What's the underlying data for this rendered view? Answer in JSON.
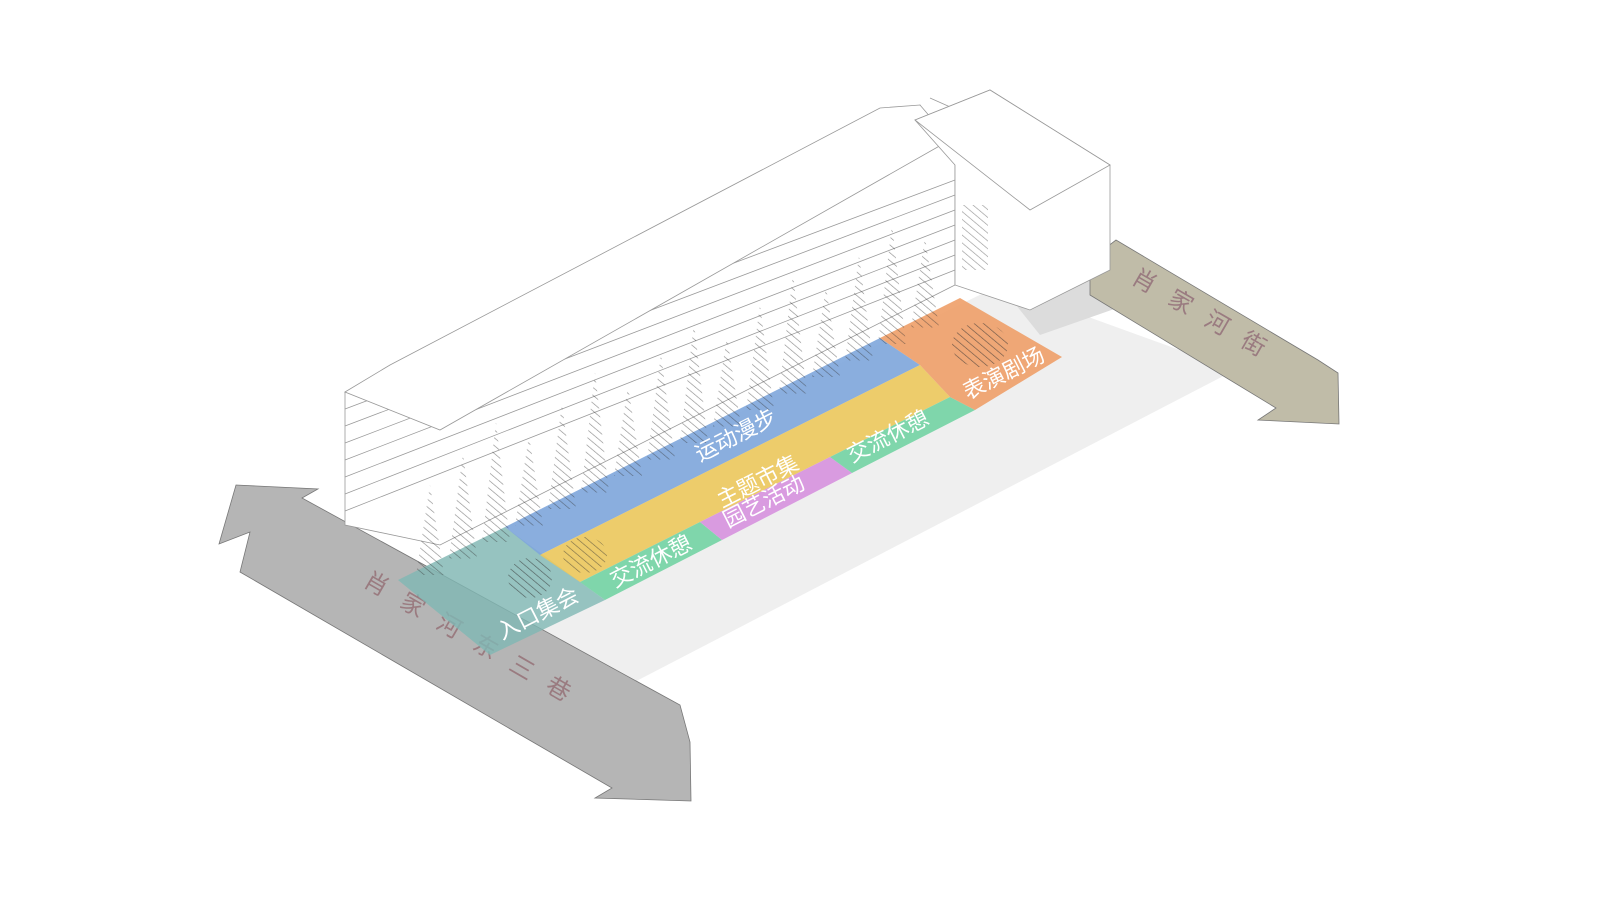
{
  "streets": {
    "left": "肖家河东三巷",
    "right": "肖家河街"
  },
  "zones": [
    {
      "label": "入口集会",
      "color": "#7fb8b4"
    },
    {
      "label": "运动漫步",
      "color": "#7ea6dc"
    },
    {
      "label": "主题市集",
      "color": "#ecc85c"
    },
    {
      "label": "交流休憩",
      "color": "#7fd6ab"
    },
    {
      "label": "园艺活动",
      "color": "#d99be0"
    },
    {
      "label": "交流休憩",
      "color": "#7fd6ab"
    },
    {
      "label": "表演剧场",
      "color": "#ee9f68"
    }
  ],
  "colors": {
    "left_arrow": "#b5b5b5",
    "right_arrow": "#c0bca8",
    "ground": "#efefef"
  }
}
